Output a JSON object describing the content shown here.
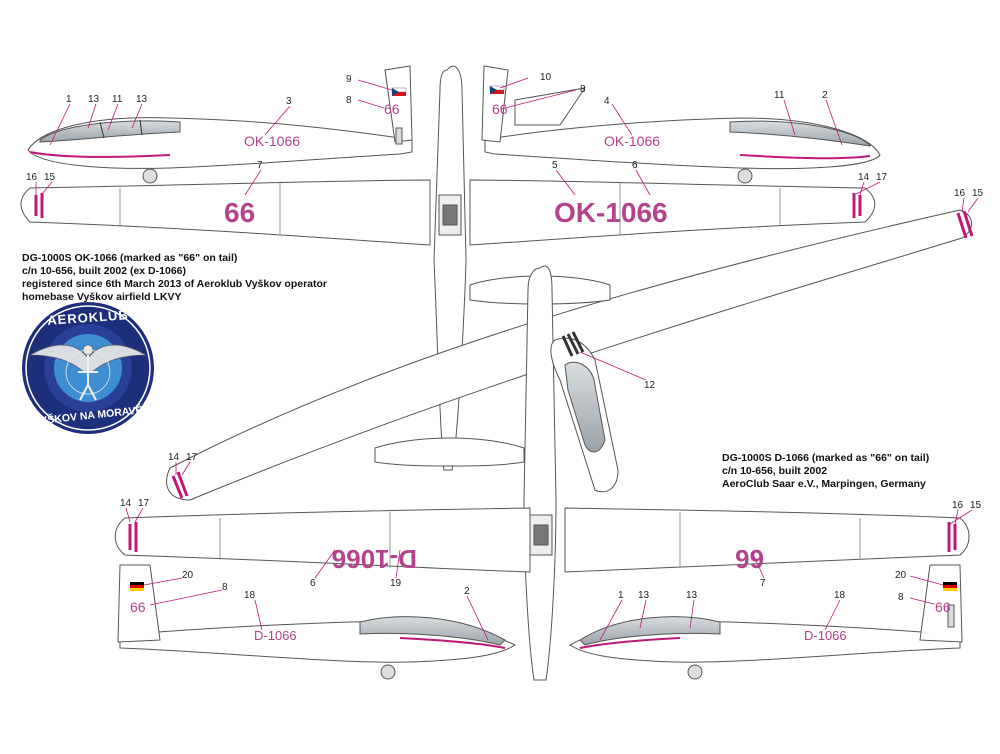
{
  "info_top": {
    "line1": "DG-1000S  OK-1066 (marked as \"66\" on tail)",
    "line2": "c/n 10-656, built 2002 (ex D-1066)",
    "line3": "registered since 6th March 2013 of Aeroklub Vyškov operator",
    "line4": "homebase Vyškov airfield LKVY"
  },
  "info_bottom": {
    "line1": "DG-1000S  D-1066 (marked as \"66\" on tail)",
    "line2": "c/n 10-656, built 2002",
    "line3": "AeroClub Saar e.V., Marpingen, Germany"
  },
  "logo": {
    "top_text": "AEROKLUB",
    "bottom_text": "VYŠKOV NA MORAVĚ"
  },
  "markings": {
    "reg_cz": "OK-1066",
    "reg_de": "D-1066",
    "tail_code": "66",
    "wing_code": "66"
  },
  "callouts": {
    "c1": "1",
    "c2": "2",
    "c3": "3",
    "c4": "4",
    "c5": "5",
    "c6": "6",
    "c7": "7",
    "c8": "8",
    "c9": "9",
    "c10": "10",
    "c11": "11",
    "c12": "12",
    "c13": "13",
    "c14": "14",
    "c15": "15",
    "c16": "16",
    "c17": "17",
    "c18": "18",
    "c19": "19",
    "c20": "20"
  },
  "colors": {
    "marking_pink": "#b3438c",
    "stripe_magenta": "#c0187a",
    "outline": "#555555",
    "logo_blue": "#1d2e7a"
  }
}
